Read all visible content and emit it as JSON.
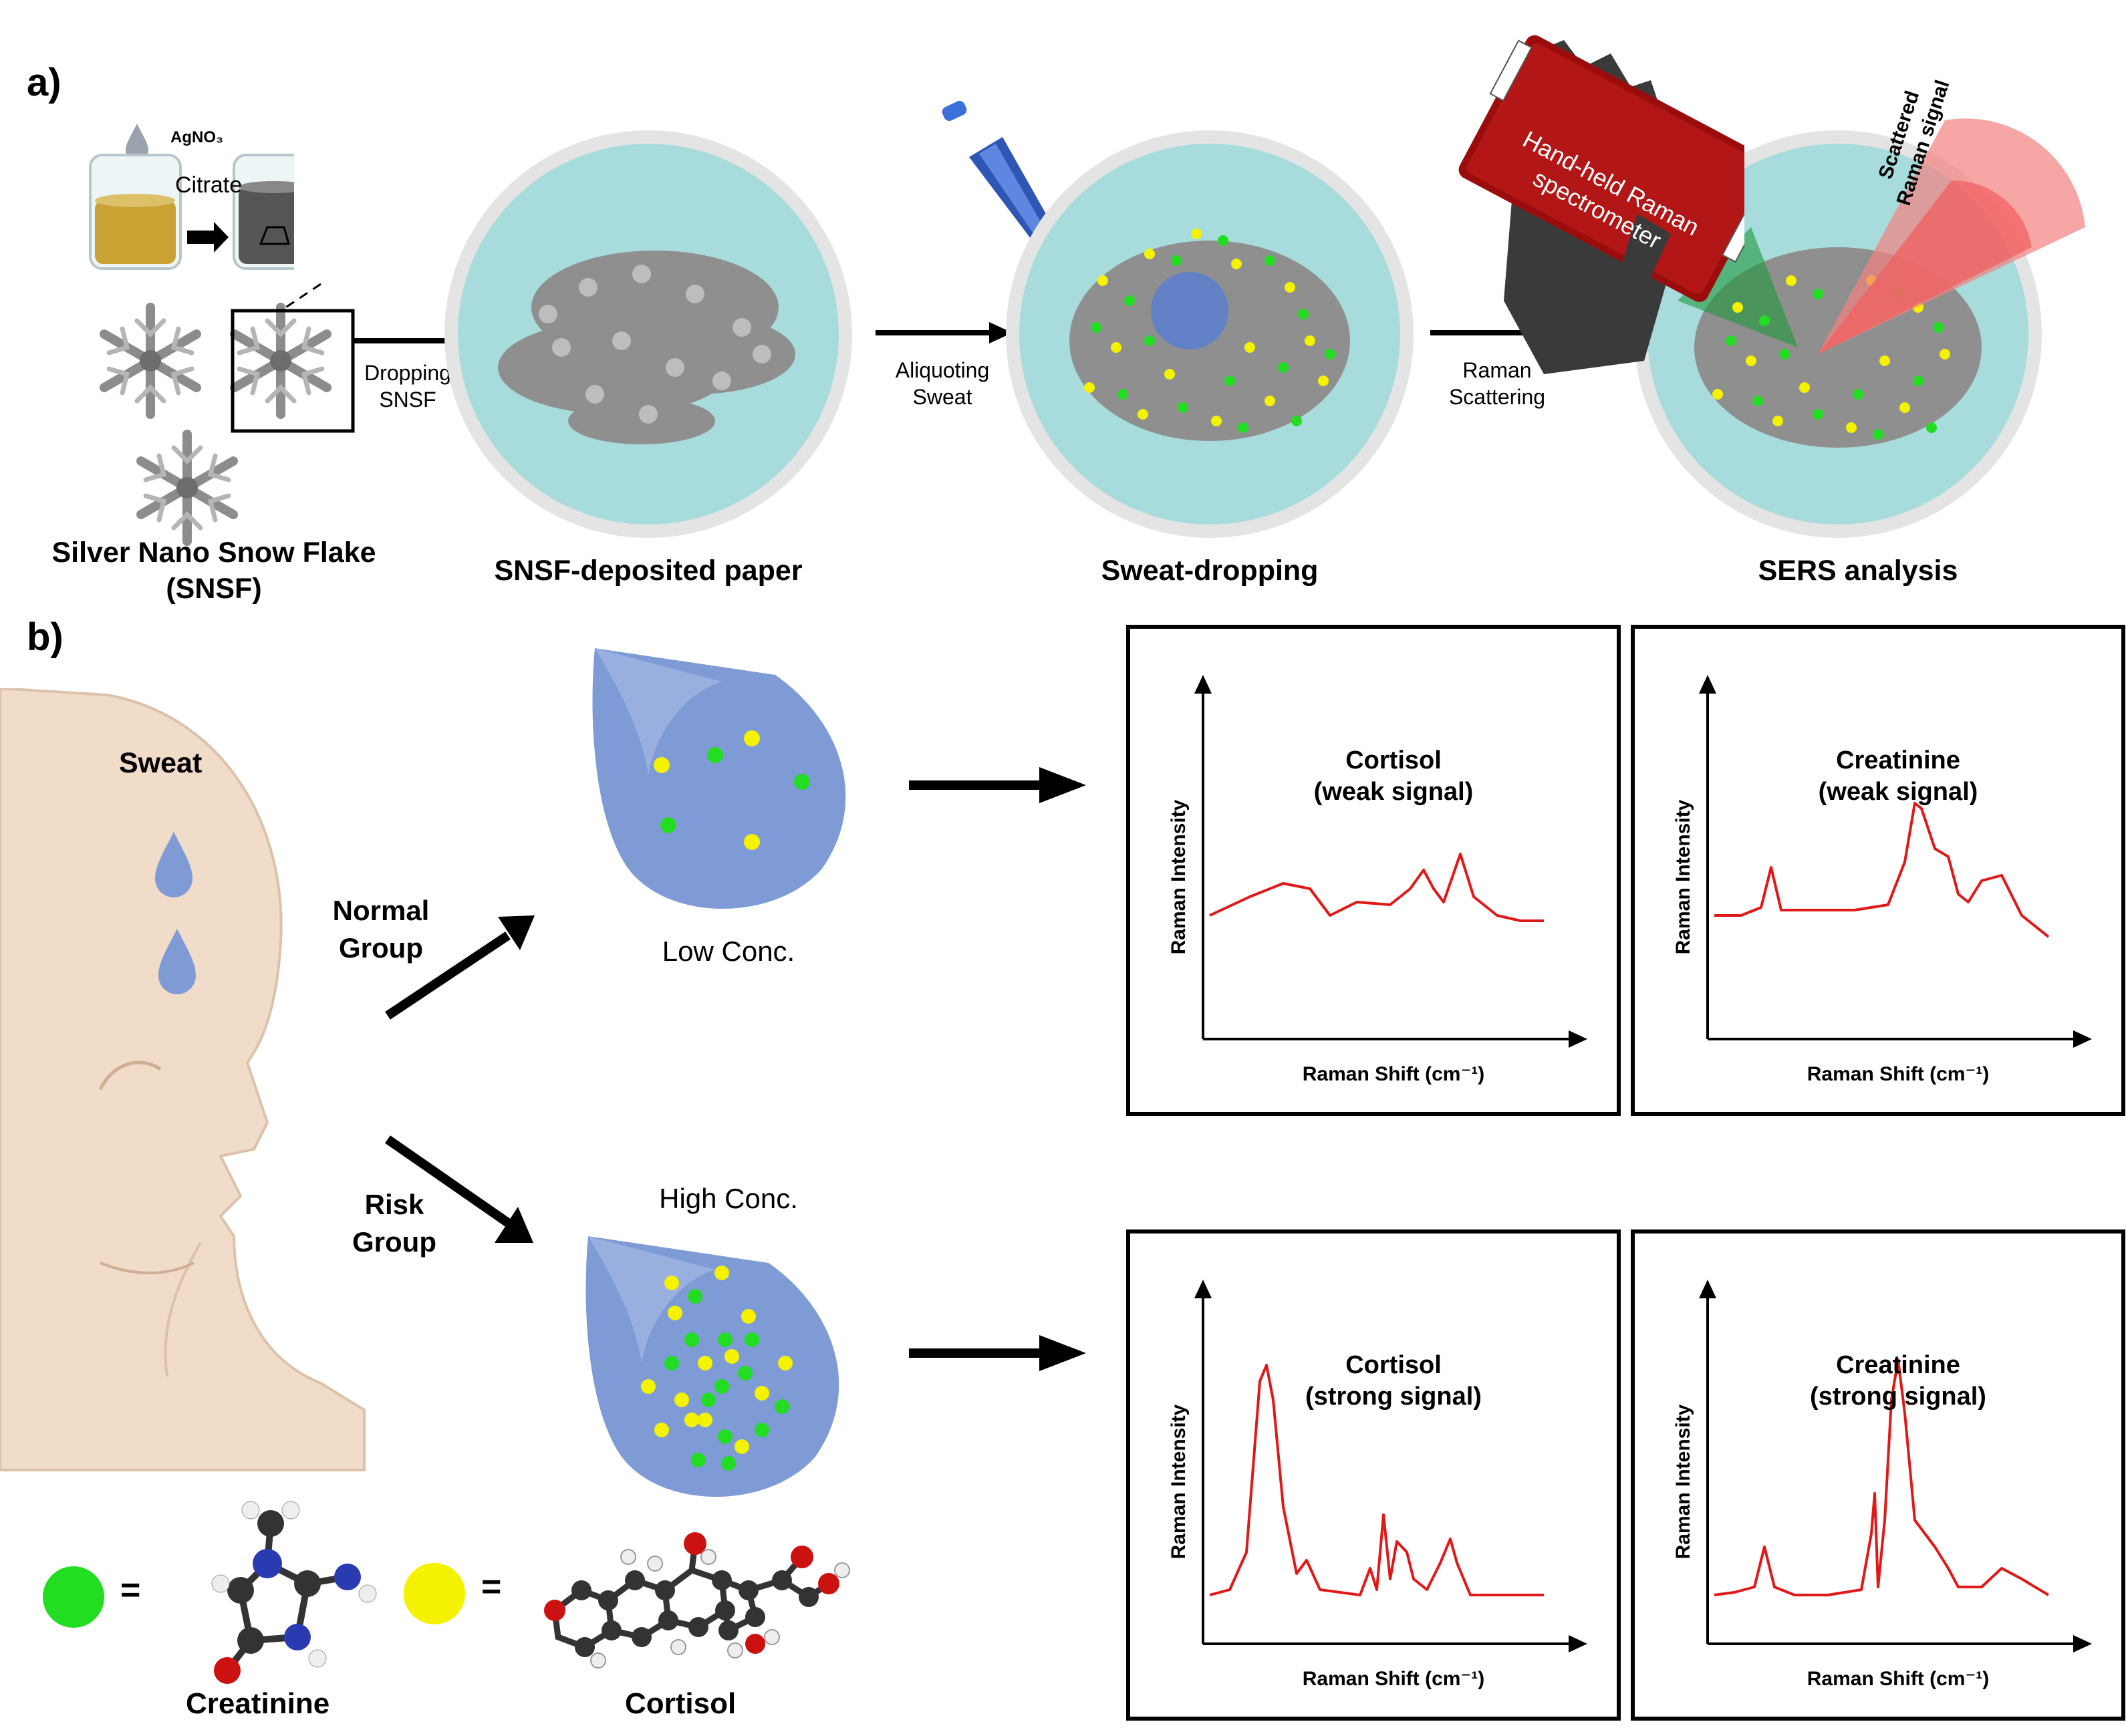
{
  "colors": {
    "creatinine_dot": "#22dd22",
    "cortisol_dot": "#f5f200",
    "paper": "#a8dcdc",
    "spectrum": "#e01818",
    "droplet": "#7f9bd6",
    "spectrometer": "#9b0d0d",
    "skin": "#f1dcc9"
  },
  "panel_a": {
    "label": "a)",
    "agno3": "AgNO₃",
    "citrate": "Citrate",
    "arrow1": {
      "line1": "Dropping",
      "line2": "SNSF"
    },
    "arrow2": {
      "line1": "Aliquoting",
      "line2": "Sweat"
    },
    "arrow3": {
      "line1": "Raman",
      "line2": "Scattering"
    },
    "spectrometer_label": {
      "line1": "Hand-held Raman",
      "line2": "spectrometer"
    },
    "scattered": {
      "line1": "Scattered",
      "line2": "Raman signal"
    },
    "captions": {
      "snsf_line1": "Silver Nano Snow Flake",
      "snsf_line2": "(SNSF)",
      "paper": "SNSF-deposited paper",
      "dropping": "Sweat-dropping",
      "sers": "SERS analysis"
    }
  },
  "panel_b": {
    "label": "b)",
    "sweat": "Sweat",
    "normal_group": {
      "line1": "Normal",
      "line2": "Group"
    },
    "risk_group": {
      "line1": "Risk",
      "line2": "Group"
    },
    "low_conc": "Low Conc.",
    "high_conc": "High Conc.",
    "legend": {
      "equals": "=",
      "creatinine": "Creatinine",
      "cortisol": "Cortisol"
    }
  },
  "chart_data": [
    {
      "type": "line",
      "title": "Cortisol",
      "subtitle": "(weak signal)",
      "xlabel": "Raman Shift (cm⁻¹)",
      "ylabel": "Raman Intensity"
    },
    {
      "type": "line",
      "title": "Creatinine",
      "subtitle": "(weak signal)",
      "xlabel": "Raman Shift (cm⁻¹)",
      "ylabel": "Raman Intensity"
    },
    {
      "type": "line",
      "title": "Cortisol",
      "subtitle": "(strong signal)",
      "xlabel": "Raman Shift (cm⁻¹)",
      "ylabel": "Raman Intensity"
    },
    {
      "type": "line",
      "title": "Creatinine",
      "subtitle": "(strong signal)",
      "xlabel": "Raman Shift (cm⁻¹)",
      "ylabel": "Raman Intensity"
    }
  ]
}
